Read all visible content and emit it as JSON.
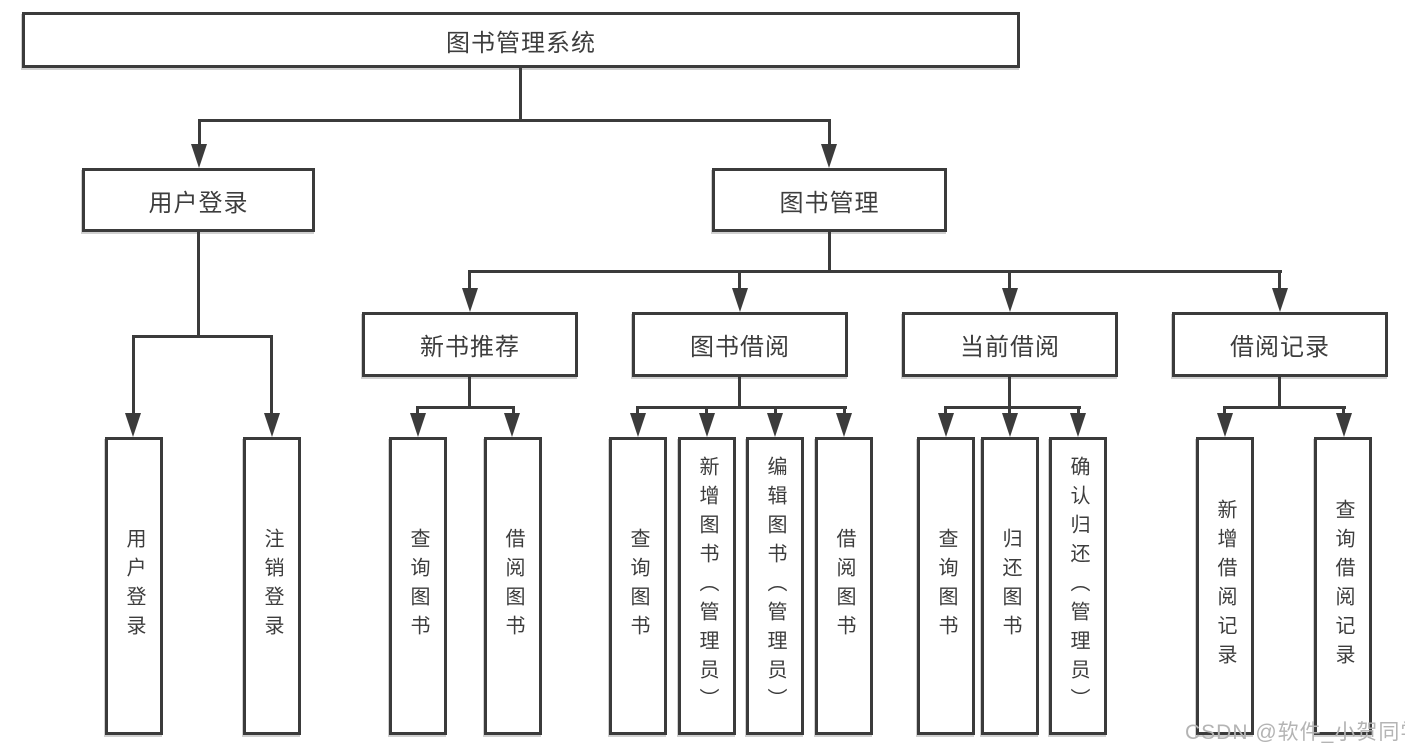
{
  "colors": {
    "line": "#3b3b3b",
    "text": "#3d3d3d",
    "watermark": "#b4b4b4",
    "background": "#ffffff"
  },
  "tree": {
    "label": "图书管理系统",
    "children": [
      {
        "label": "用户登录",
        "children": [
          {
            "label": "用户登录"
          },
          {
            "label": "注销登录"
          }
        ]
      },
      {
        "label": "图书管理",
        "children": [
          {
            "label": "新书推荐",
            "children": [
              {
                "label": "查询图书"
              },
              {
                "label": "借阅图书"
              }
            ]
          },
          {
            "label": "图书借阅",
            "children": [
              {
                "label": "查询图书"
              },
              {
                "label": "新增图书（管理员）"
              },
              {
                "label": "编辑图书（管理员）"
              },
              {
                "label": "借阅图书"
              }
            ]
          },
          {
            "label": "当前借阅",
            "children": [
              {
                "label": "查询图书"
              },
              {
                "label": "归还图书"
              },
              {
                "label": "确认归还（管理员）"
              }
            ]
          },
          {
            "label": "借阅记录",
            "children": [
              {
                "label": "新增借阅记录"
              },
              {
                "label": "查询借阅记录"
              }
            ]
          }
        ]
      }
    ]
  },
  "watermark": {
    "text": "CSDN @软件_小贺同学"
  }
}
